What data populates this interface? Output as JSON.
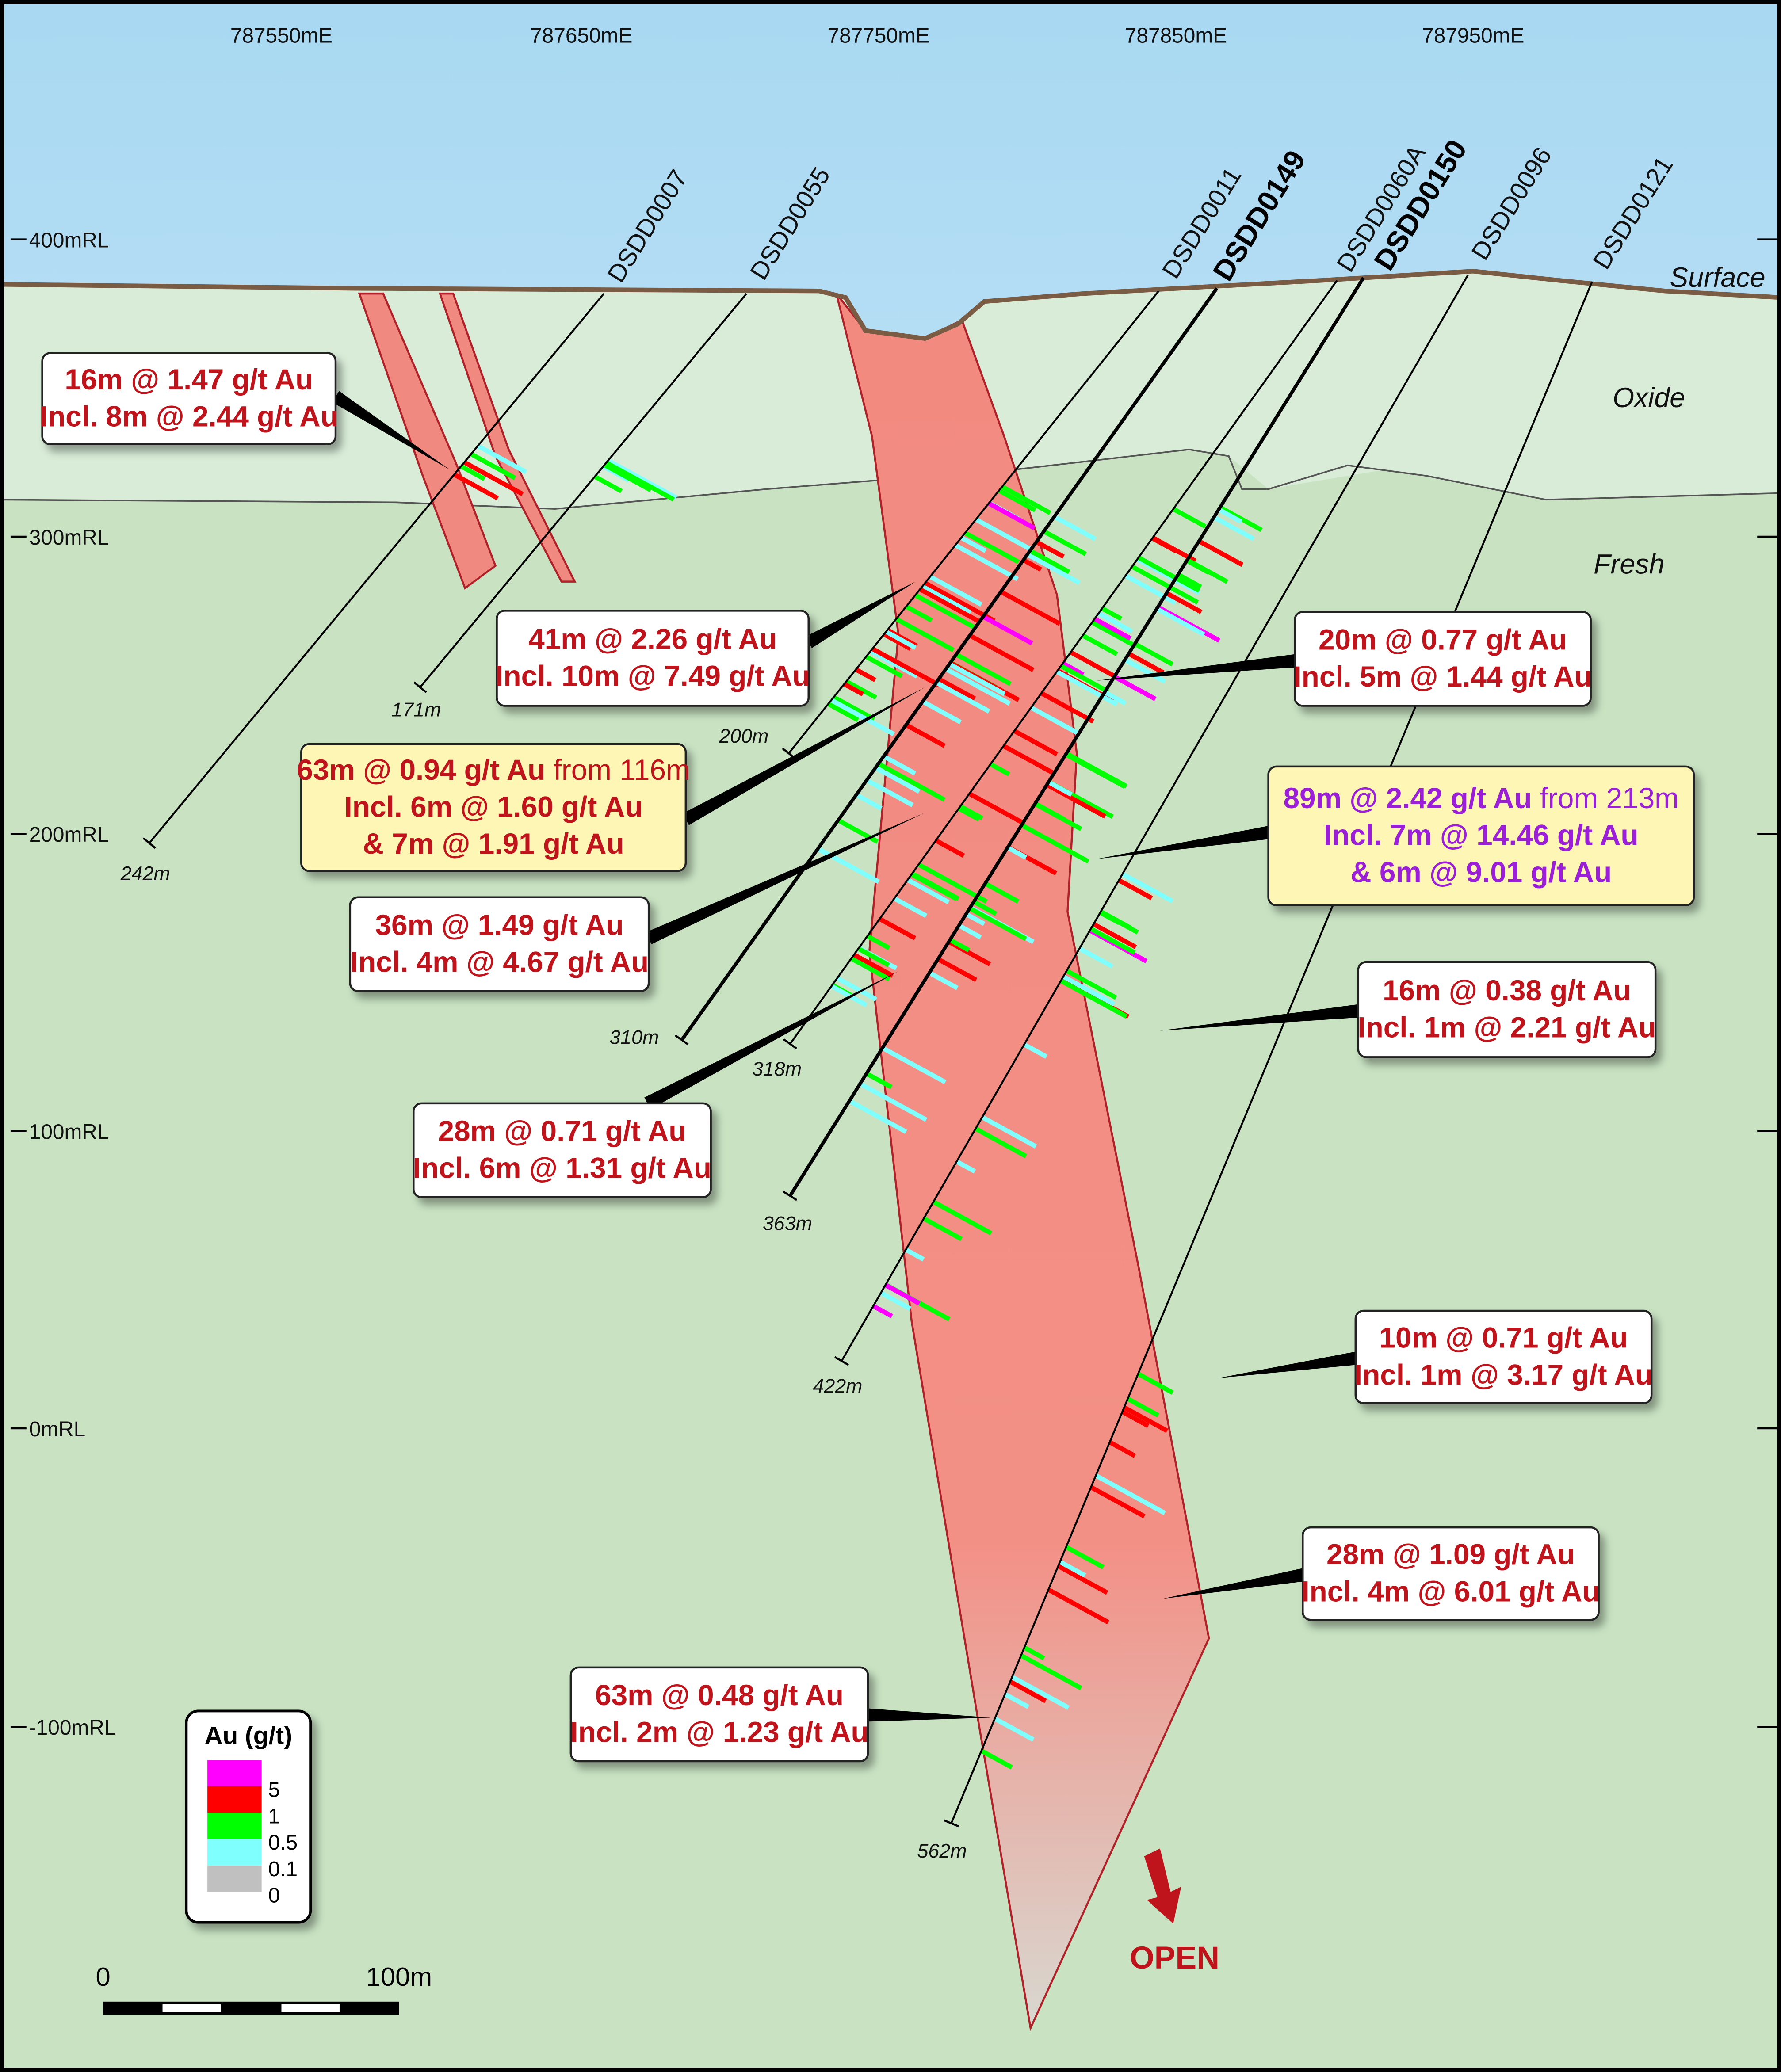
{
  "eastings": [
    "787550mE",
    "787650mE",
    "787750mE",
    "787850mE",
    "787950mE"
  ],
  "rls": [
    "400mRL",
    "300mRL",
    "200mRL",
    "100mRL",
    "0mRL",
    "-100mRL"
  ],
  "zones": {
    "surface": "Surface",
    "oxide": "Oxide",
    "fresh": "Fresh"
  },
  "holes": [
    {
      "id": "DSDD0007",
      "depth": "242m",
      "bold": false
    },
    {
      "id": "DSDD0055",
      "depth": "171m",
      "bold": false
    },
    {
      "id": "DSDD0011",
      "depth": "200m",
      "bold": false
    },
    {
      "id": "DSDD0149",
      "depth": "310m",
      "bold": true
    },
    {
      "id": "DSDD0060A",
      "depth": "318m",
      "bold": false
    },
    {
      "id": "DSDD0150",
      "depth": "363m",
      "bold": true
    },
    {
      "id": "DSDD0096",
      "depth": "422m",
      "bold": false
    },
    {
      "id": "DSDD0121",
      "depth": "562m",
      "bold": false
    }
  ],
  "callouts": [
    {
      "lines": [
        [
          "16m @ 1.47 g/t Au",
          ""
        ],
        [
          "Incl. 8m @ 2.44 g/t Au",
          ""
        ]
      ],
      "style": "white"
    },
    {
      "lines": [
        [
          "41m @ 2.26 g/t Au",
          ""
        ],
        [
          "Incl. 10m @ 7.49 g/t Au",
          ""
        ]
      ],
      "style": "white"
    },
    {
      "lines": [
        [
          "63m @ 0.94 g/t Au",
          " from 116m"
        ],
        [
          "Incl. 6m @ 1.60 g/t Au",
          ""
        ],
        [
          "& 7m @ 1.91 g/t Au",
          ""
        ]
      ],
      "style": "yellow"
    },
    {
      "lines": [
        [
          "36m @ 1.49 g/t Au",
          ""
        ],
        [
          "Incl. 4m @ 4.67 g/t Au",
          ""
        ]
      ],
      "style": "white"
    },
    {
      "lines": [
        [
          "28m @ 0.71 g/t Au",
          ""
        ],
        [
          "Incl. 6m @ 1.31 g/t Au",
          ""
        ]
      ],
      "style": "white"
    },
    {
      "lines": [
        [
          "20m @ 0.77 g/t Au",
          ""
        ],
        [
          "Incl. 5m @ 1.44 g/t Au",
          ""
        ]
      ],
      "style": "white"
    },
    {
      "lines": [
        [
          "89m @ 2.42 g/t Au",
          " from 213m"
        ],
        [
          "Incl. 7m @ 14.46 g/t Au",
          ""
        ],
        [
          "& 6m @ 9.01 g/t Au",
          ""
        ]
      ],
      "style": "yellow-purple"
    },
    {
      "lines": [
        [
          "16m @ 0.38 g/t Au",
          ""
        ],
        [
          "Incl. 1m @ 2.21 g/t Au",
          ""
        ]
      ],
      "style": "white"
    },
    {
      "lines": [
        [
          "10m @ 0.71 g/t Au",
          ""
        ],
        [
          "Incl. 1m @ 3.17 g/t Au",
          ""
        ]
      ],
      "style": "white"
    },
    {
      "lines": [
        [
          "28m @ 1.09 g/t Au",
          ""
        ],
        [
          "Incl. 4m @ 6.01 g/t Au",
          ""
        ]
      ],
      "style": "white"
    },
    {
      "lines": [
        [
          "63m @ 0.48 g/t Au",
          ""
        ],
        [
          "Incl. 2m @ 1.23 g/t Au",
          ""
        ]
      ],
      "style": "white"
    }
  ],
  "legend": {
    "title": "Au (g/t)",
    "items": [
      {
        "label": "5",
        "color": "#ff00ff"
      },
      {
        "label": "1",
        "color": "#ff0000"
      },
      {
        "label": "0.5",
        "color": "#00ff00"
      },
      {
        "label": "0.1",
        "color": "#80ffff"
      },
      {
        "label": "0",
        "color": "#c0c0c0"
      }
    ]
  },
  "scale_bar": {
    "start": "0",
    "end": "100m"
  },
  "open_label": "OPEN",
  "colors": {
    "lode": "#f08a80",
    "lode_edge": "#b0222a",
    "oxide": "#d8ecd8",
    "fresh": "#c8e2c2",
    "surface": "#7a5c44",
    "callout_text": "#c0141c",
    "callout_purple": "#9a1fd6"
  }
}
